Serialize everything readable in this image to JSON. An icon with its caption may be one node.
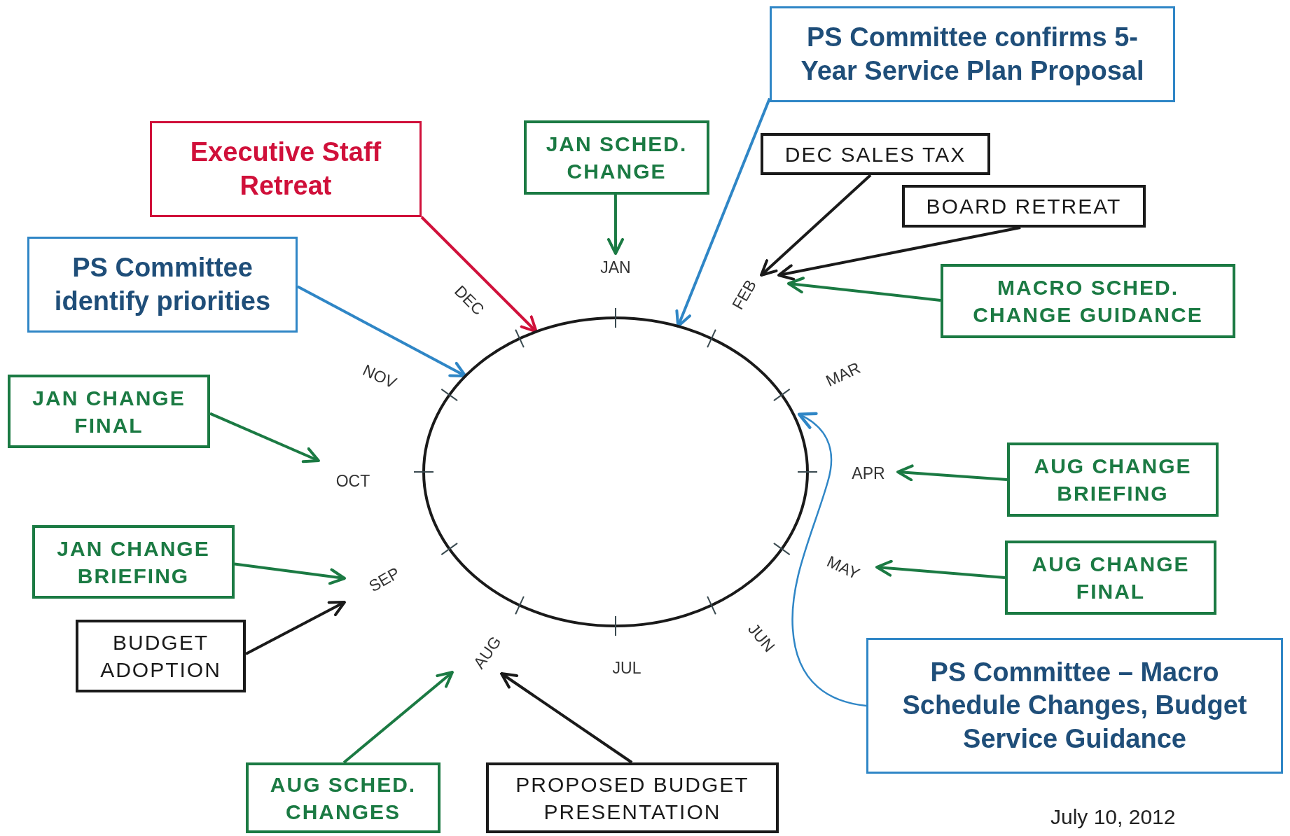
{
  "diagram": {
    "nodes": [
      {
        "text": [
          "PS Committee confirms 5-Year Service Plan Proposal"
        ]
      },
      {
        "text": [
          "Executive Staff Retreat"
        ]
      },
      {
        "text": [
          "JAN SCHED. CHANGE"
        ]
      },
      {
        "text": [
          "DEC SALES TAX"
        ]
      },
      {
        "text": [
          "BOARD RETREAT"
        ]
      },
      {
        "text": [
          "PS Committee identify priorities"
        ]
      },
      {
        "text": [
          "JAN"
        ]
      },
      {
        "text": [
          "MACRO SCHED. CHANGE GUIDANCE"
        ]
      },
      {
        "text": [
          "FEB"
        ]
      },
      {
        "text": [],
        "shape": "circle"
      },
      {
        "text": [
          "JAN CHANGE FINAL"
        ]
      },
      {
        "text": [
          "OCT"
        ]
      },
      {
        "text": [
          "APR"
        ]
      },
      {
        "text": [
          "AUG CHANGE BRIEFING"
        ]
      },
      {
        "text": [
          "JAN CHANGE BRIEFING"
        ]
      },
      {
        "text": [
          "SEP"
        ]
      },
      {
        "text": [
          "MAY"
        ]
      },
      {
        "text": [
          "AUG CHANGE FINAL"
        ]
      },
      {
        "text": [
          "BUDGET ADOPTION"
        ]
      },
      {
        "text": [
          "AUG"
        ]
      },
      {
        "text": [
          "PS Committee – Macro Schedule Changes, Budget Service Guidance"
        ]
      },
      {
        "text": [
          "AUG SCHED. CHANGES"
        ]
      },
      {
        "text": [
          "PROPOSED BUDGET PRESENTATION"
        ]
      }
    ],
    "edges": [
      {
        "from": 1,
        "to": 9,
        "arrow": "to",
        "color": "#d0103a"
      },
      {
        "from": 5,
        "to": 9,
        "arrow": "to",
        "color": "#2f86c6"
      },
      {
        "from": 0,
        "to": 9,
        "arrow": "to",
        "color": "#2f86c6"
      },
      {
        "from": 2,
        "to": 6,
        "arrow": "to"
      },
      {
        "from": 3,
        "to": 8,
        "arrow": "to",
        "color": "#1a1a1a"
      },
      {
        "from": 4,
        "to": 8,
        "arrow": "to",
        "color": "#1a1a1a"
      },
      {
        "from": 7,
        "to": 8,
        "arrow": "to"
      },
      {
        "from": 10,
        "to": 11,
        "arrow": "to"
      },
      {
        "from": 13,
        "to": 12,
        "arrow": "to"
      },
      {
        "from": 14,
        "to": 15,
        "arrow": "to"
      },
      {
        "from": 17,
        "to": 16,
        "arrow": "to"
      },
      {
        "from": 18,
        "to": 15,
        "arrow": "to",
        "color": "#1a1a1a"
      },
      {
        "from": 20,
        "to": 9,
        "arrow": "to",
        "color": "#2f86c6"
      },
      {
        "from": 21,
        "to": 19,
        "arrow": "to"
      },
      {
        "from": 22,
        "to": 19,
        "arrow": "to",
        "color": "#1a1a1a"
      }
    ],
    "labels": [
      "DEC",
      "MAR",
      "NOV",
      "JUN",
      "JUL",
      "July 10, 2012"
    ]
  }
}
